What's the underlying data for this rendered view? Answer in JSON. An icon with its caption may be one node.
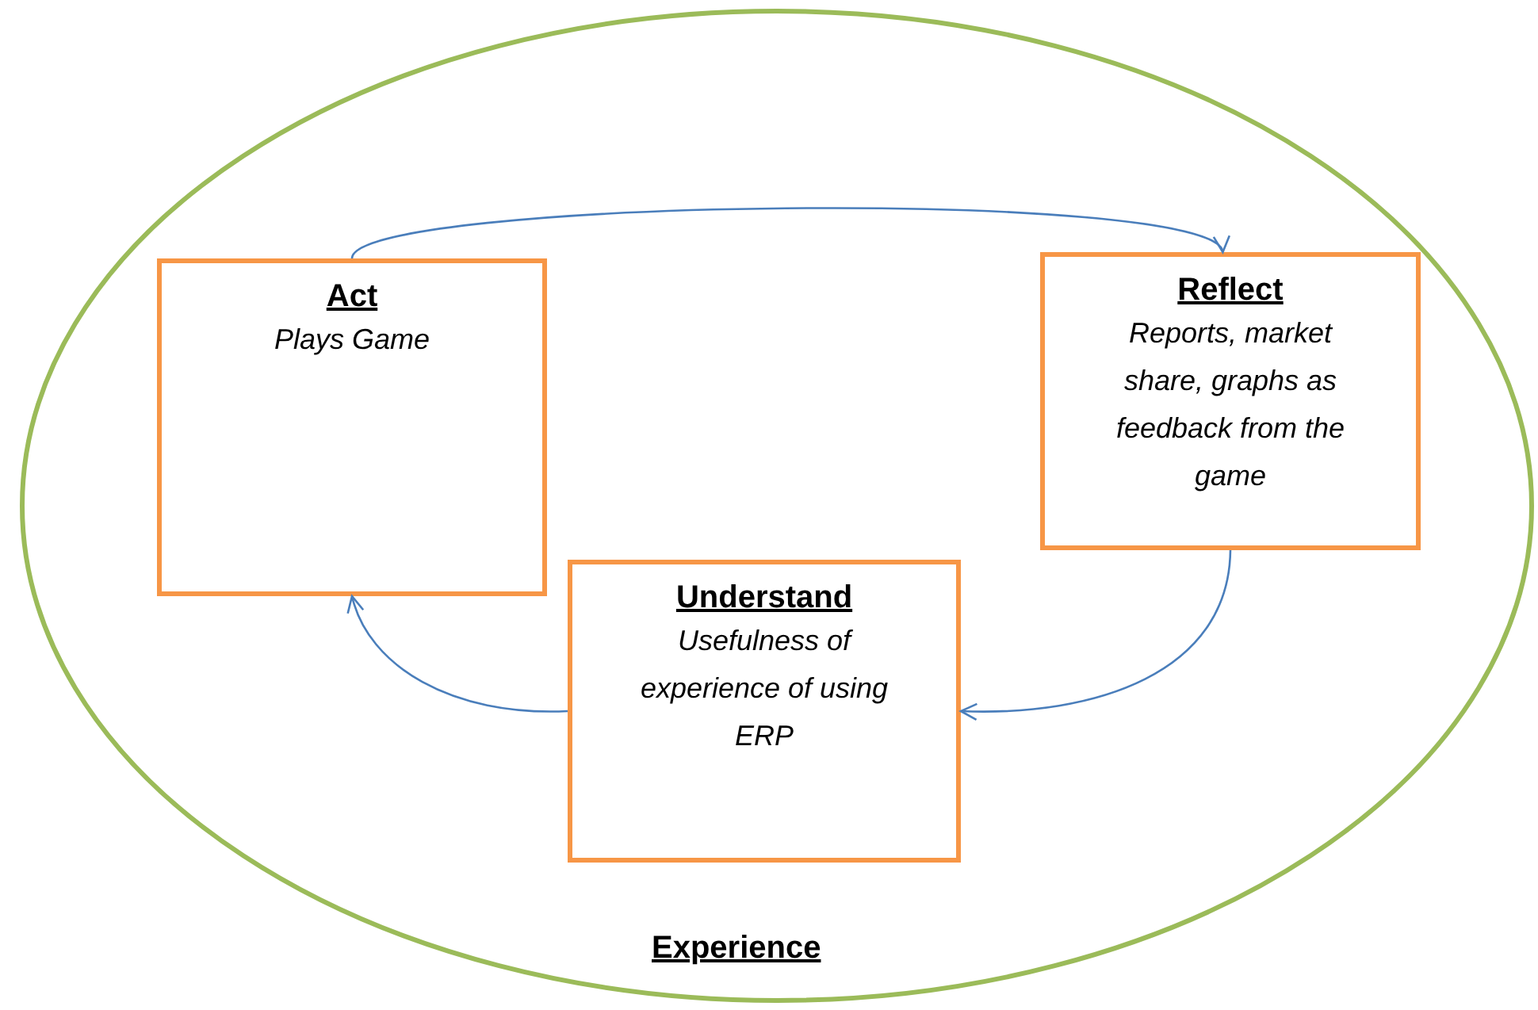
{
  "diagram": {
    "nodes": [
      {
        "text": [
          "Experience"
        ]
      },
      {
        "text": [
          "Act",
          "Plays Game"
        ],
        "in": 0
      },
      {
        "text": [
          "Reflect",
          "Reports, market share, graphs as feedback from the game"
        ],
        "in": 0
      },
      {
        "text": [
          "Understand",
          "Usefulness of experience of using ERP"
        ],
        "in": 0
      }
    ],
    "edges": [
      {
        "from": 1,
        "to": 2,
        "arrow": "to"
      },
      {
        "from": 2,
        "to": 3,
        "arrow": "to"
      },
      {
        "from": 3,
        "to": 1,
        "arrow": "to"
      }
    ]
  }
}
